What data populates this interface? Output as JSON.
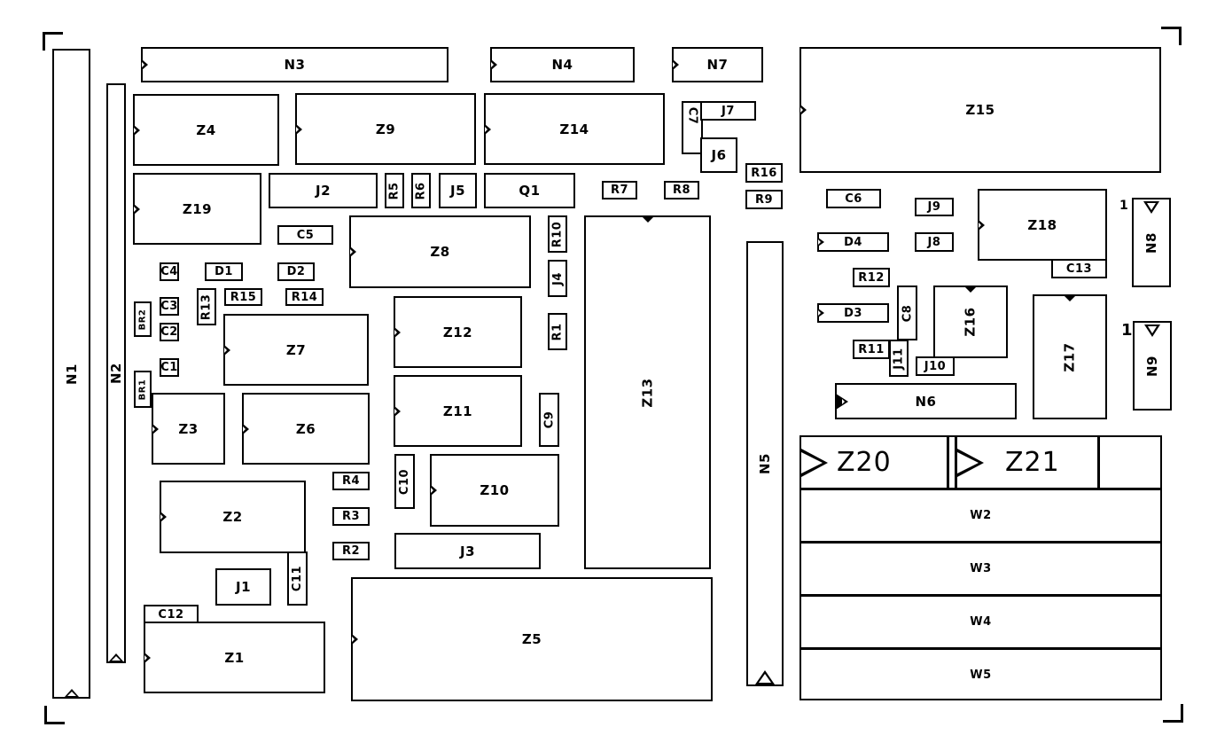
{
  "diagram": {
    "type": "pcb-component-placement",
    "components": {
      "N1": "N1",
      "N2": "N2",
      "N3": "N3",
      "N4": "N4",
      "N5": "N5",
      "N6": "N6",
      "N7": "N7",
      "N8": "N8",
      "N9": "N9",
      "Z1": "Z1",
      "Z2": "Z2",
      "Z3": "Z3",
      "Z4": "Z4",
      "Z5": "Z5",
      "Z6": "Z6",
      "Z7": "Z7",
      "Z8": "Z8",
      "Z9": "Z9",
      "Z10": "Z10",
      "Z11": "Z11",
      "Z12": "Z12",
      "Z13": "Z13",
      "Z14": "Z14",
      "Z15": "Z15",
      "Z16": "Z16",
      "Z17": "Z17",
      "Z18": "Z18",
      "Z19": "Z19",
      "Z20": "Z20",
      "Z21": "Z21",
      "J1": "J1",
      "J2": "J2",
      "J3": "J3",
      "J4": "J4",
      "J5": "J5",
      "J6": "J6",
      "J7": "J7",
      "J8": "J8",
      "J9": "J9",
      "J10": "J10",
      "J11": "J11",
      "R1": "R1",
      "R2": "R2",
      "R3": "R3",
      "R4": "R4",
      "R5": "R5",
      "R6": "R6",
      "R7": "R7",
      "R8": "R8",
      "R9": "R9",
      "R10": "R10",
      "R11": "R11",
      "R12": "R12",
      "R13": "R13",
      "R14": "R14",
      "R15": "R15",
      "R16": "R16",
      "C1": "C1",
      "C2": "C2",
      "C3": "C3",
      "C4": "C4",
      "C5": "C5",
      "C6": "C6",
      "C7": "C7",
      "C8": "C8",
      "C9": "C9",
      "C10": "C10",
      "C11": "C11",
      "C12": "C12",
      "C13": "C13",
      "D1": "D1",
      "D2": "D2",
      "D3": "D3",
      "D4": "D4",
      "Q1": "Q1",
      "BR1": "BR1",
      "BR2": "BR2",
      "W2": "W2",
      "W3": "W3",
      "W4": "W4",
      "W5": "W5"
    },
    "pin1_markers": [
      "1",
      "1"
    ]
  }
}
